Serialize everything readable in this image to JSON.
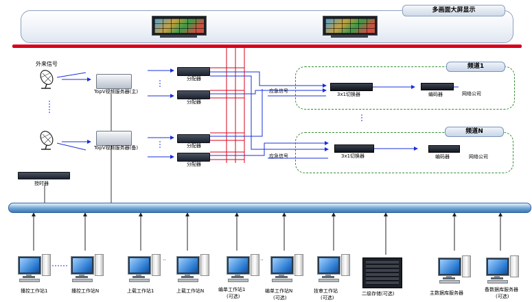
{
  "display_wall": {
    "title": "多画面大屏显示"
  },
  "external_signal": "外来信号",
  "servers": {
    "main": "TopV视频服务器(主)",
    "backup": "TopV视频服务器(备)"
  },
  "distributor_label": "分配器",
  "timer_label": "授时器",
  "emergency_signal": "应急信号",
  "switcher_label": "3x1切换器",
  "encoder_label": "编码器",
  "network_company": "网络公司",
  "channels": {
    "first": "频道1",
    "last": "频道N"
  },
  "workstations": [
    {
      "label": "播控工作站1"
    },
    {
      "label": "播控工作站N"
    },
    {
      "label": "上载工作站1"
    },
    {
      "label": "上载工作站N"
    },
    {
      "label": "编单工作站1",
      "note": "(可选)"
    },
    {
      "label": "编单工作站N",
      "note": "(可选)"
    },
    {
      "label": "技审工作站",
      "note": "(可选)"
    },
    {
      "label": "二级存储(可选)"
    },
    {
      "label": "主数据库服务器"
    },
    {
      "label": "备数据库服务器",
      "note": "(可选)"
    }
  ],
  "colors": {
    "red_line": "#d8001c",
    "blue_line": "#1a2fd8",
    "bus_blue": "#6fa4d4",
    "channel_border": "#2f8a2f"
  }
}
